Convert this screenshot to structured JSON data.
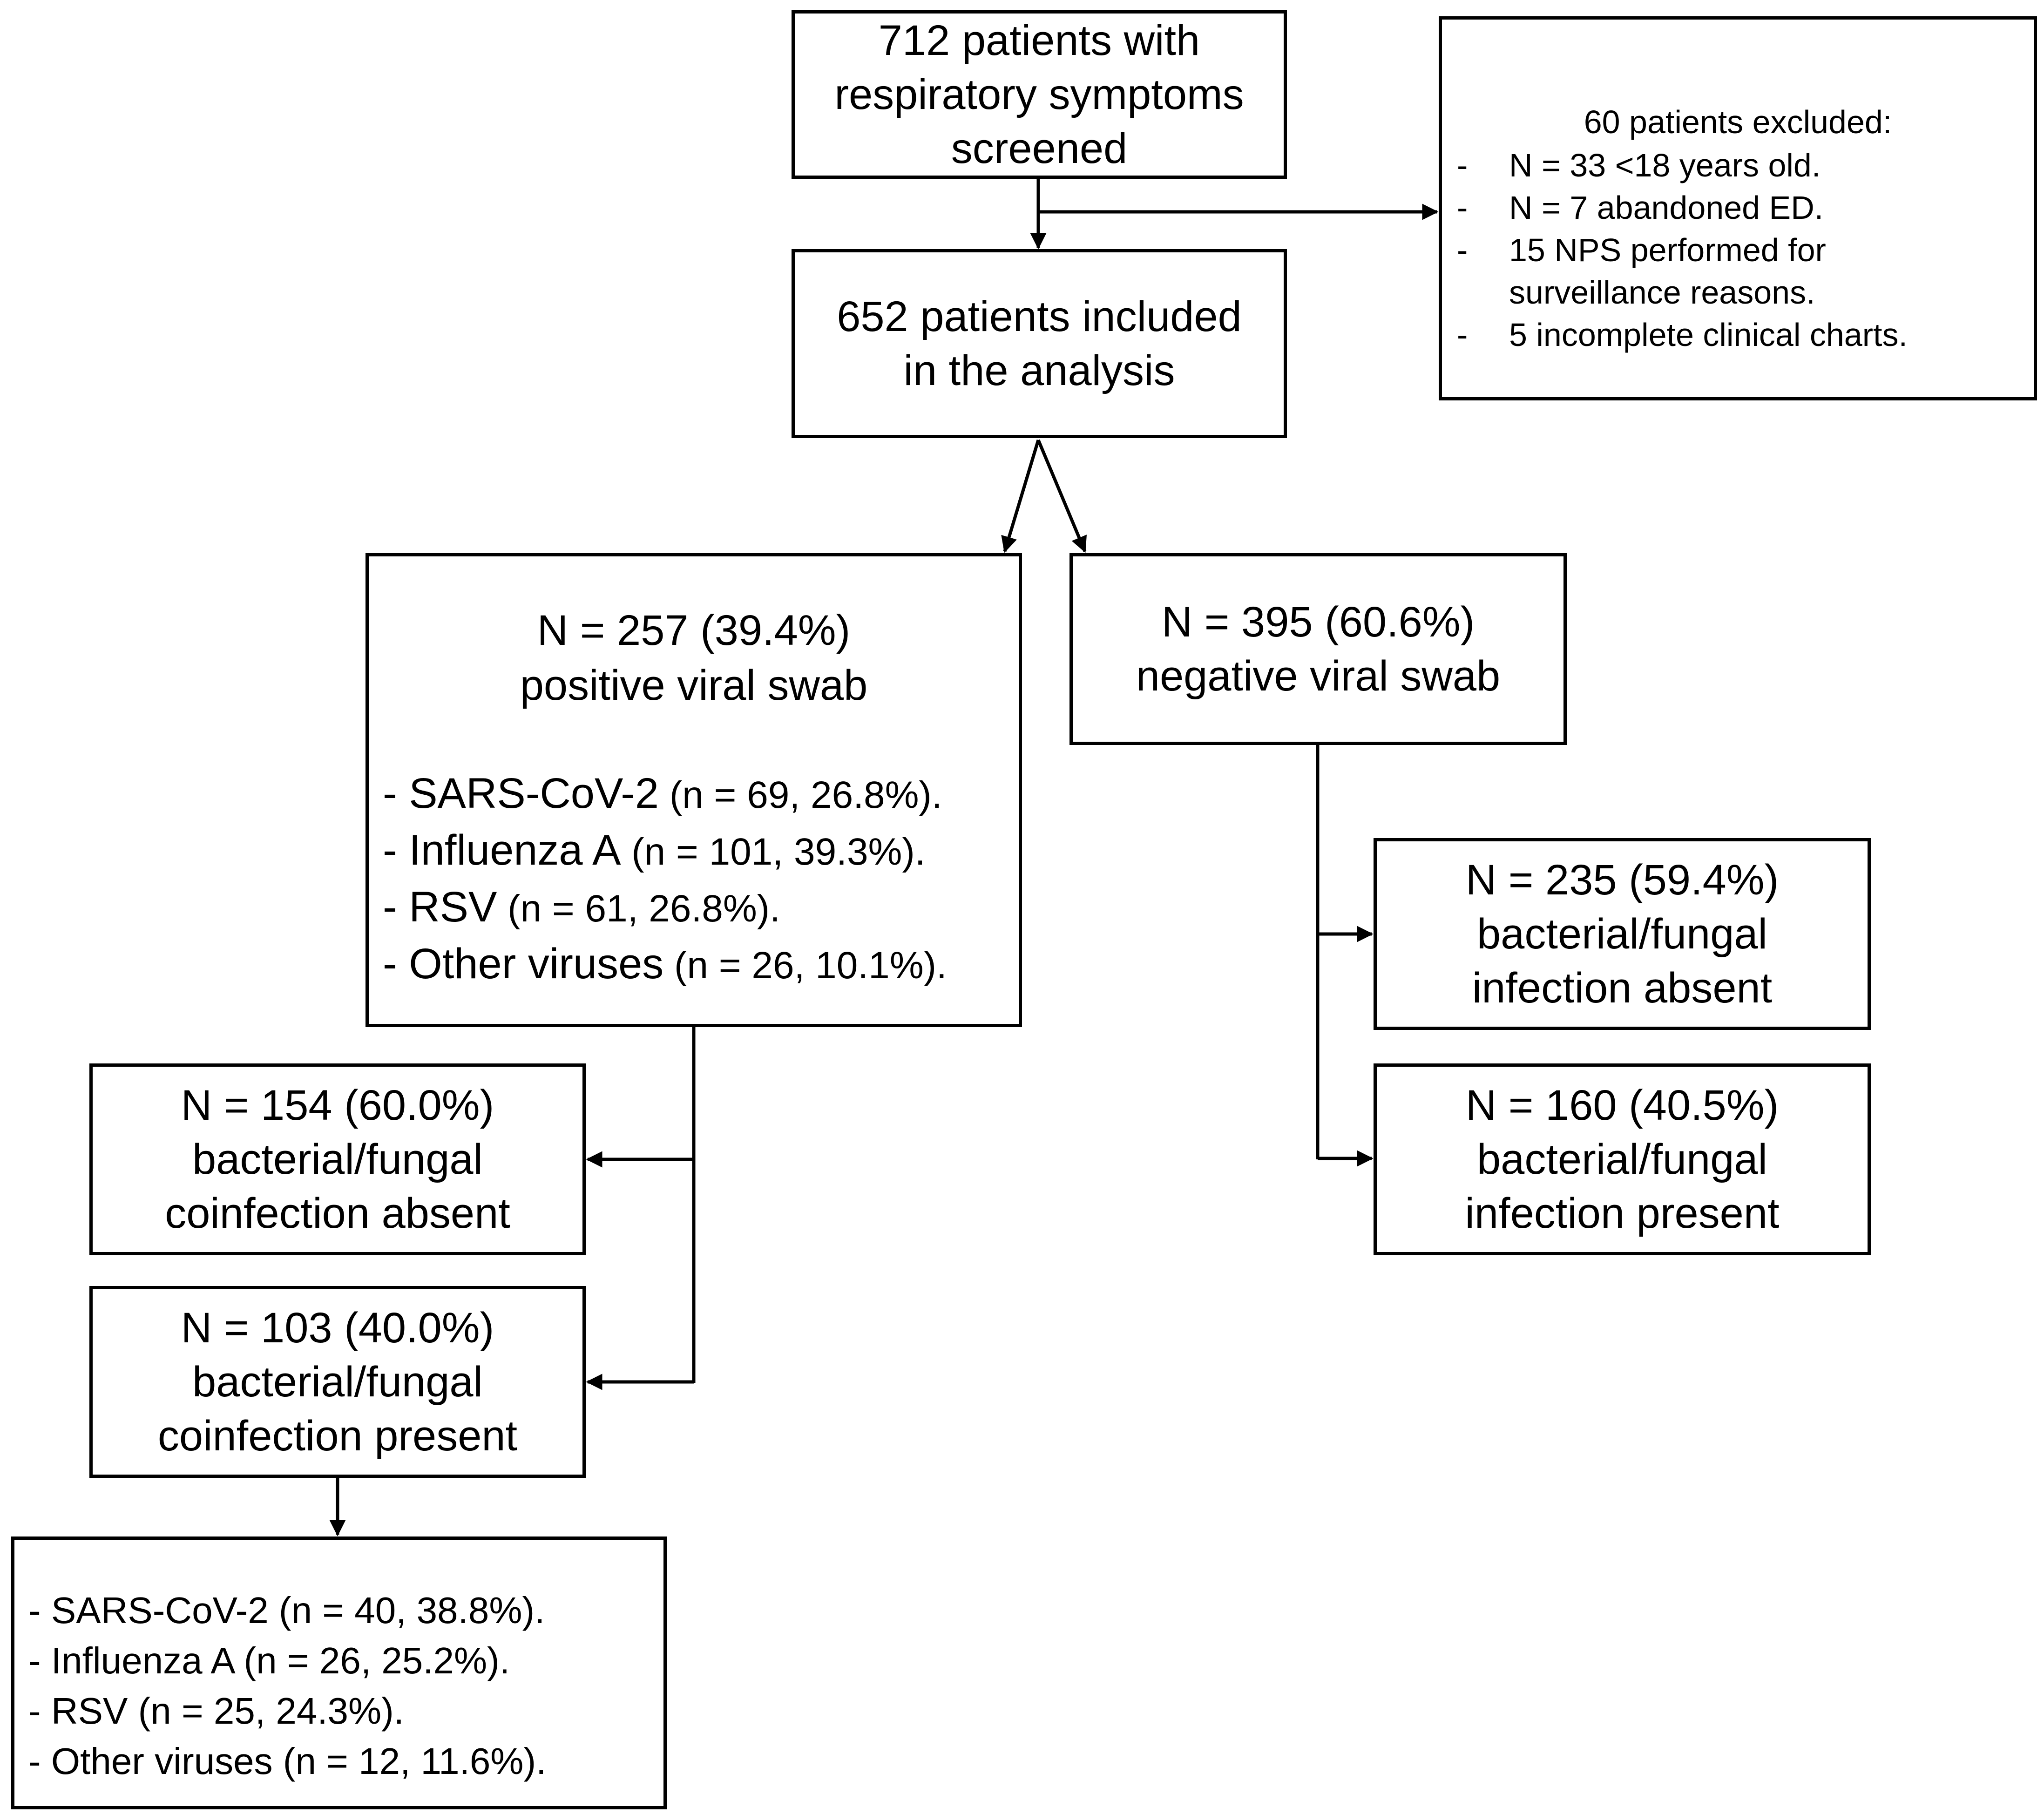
{
  "screened": {
    "lines": [
      "712 patients with",
      "respiratory symptoms",
      "screened"
    ]
  },
  "excluded": {
    "title": "60 patients excluded:",
    "items": [
      {
        "bullet": "-",
        "lines": [
          "N = 33 <18 years old."
        ]
      },
      {
        "bullet": "-",
        "lines": [
          "N = 7 abandoned ED."
        ]
      },
      {
        "bullet": "-",
        "lines": [
          "15 NPS performed for",
          "surveillance reasons."
        ]
      },
      {
        "bullet": "-",
        "lines": [
          "5 incomplete clinical charts."
        ]
      }
    ]
  },
  "included": {
    "lines": [
      "652 patients included",
      "in the analysis"
    ]
  },
  "positive": {
    "count": "N = 257 (39.4%)",
    "label": "positive viral swab",
    "viruses": [
      {
        "name": "- SARS-CoV-2",
        "stat": " (n = 69, 26.8%)."
      },
      {
        "name": "- Influenza A",
        "stat": " (n = 101, 39.3%)."
      },
      {
        "name": "- RSV",
        "stat": " (n = 61, 26.8%)."
      },
      {
        "name": "- Other viruses",
        "stat": " (n = 26, 10.1%)."
      }
    ]
  },
  "negative": {
    "count": "N = 395 (60.6%)",
    "label": "negative viral swab"
  },
  "neg_absent": {
    "lines": [
      "N = 235 (59.4%)",
      "bacterial/fungal",
      "infection absent"
    ]
  },
  "neg_present": {
    "lines": [
      "N = 160 (40.5%)",
      "bacterial/fungal",
      "infection present"
    ]
  },
  "co_absent": {
    "lines": [
      "N = 154 (60.0%)",
      "bacterial/fungal",
      "coinfection absent"
    ]
  },
  "co_present": {
    "lines": [
      "N = 103 (40.0%)",
      "bacterial/fungal",
      "coinfection present"
    ]
  },
  "coinfection_viruses": [
    "- SARS-CoV-2 (n = 40, 38.8%).",
    "- Influenza A (n = 26, 25.2%).",
    "- RSV (n = 25, 24.3%).",
    "- Other viruses (n = 12, 11.6%)."
  ],
  "colors": {
    "line": "#000000",
    "background": "#ffffff"
  }
}
